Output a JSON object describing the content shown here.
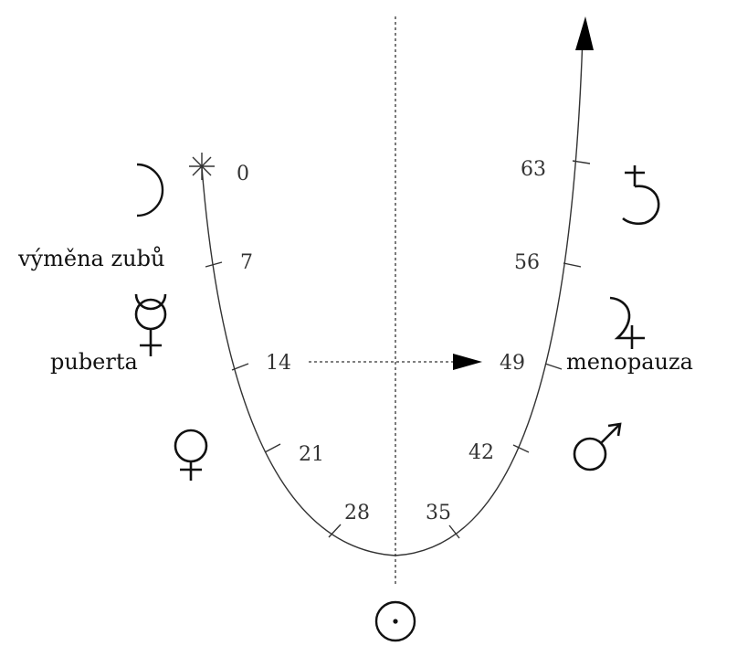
{
  "ages": [
    "0",
    "7",
    "14",
    "21",
    "28",
    "35",
    "42",
    "49",
    "56",
    "63"
  ],
  "labels": {
    "tooth_change": "výměna zubů",
    "puberty": "puberta",
    "menopause": "menopauza"
  },
  "planet_symbols": [
    "moon",
    "mercury",
    "venus",
    "sun",
    "mars",
    "jupiter",
    "saturn"
  ]
}
